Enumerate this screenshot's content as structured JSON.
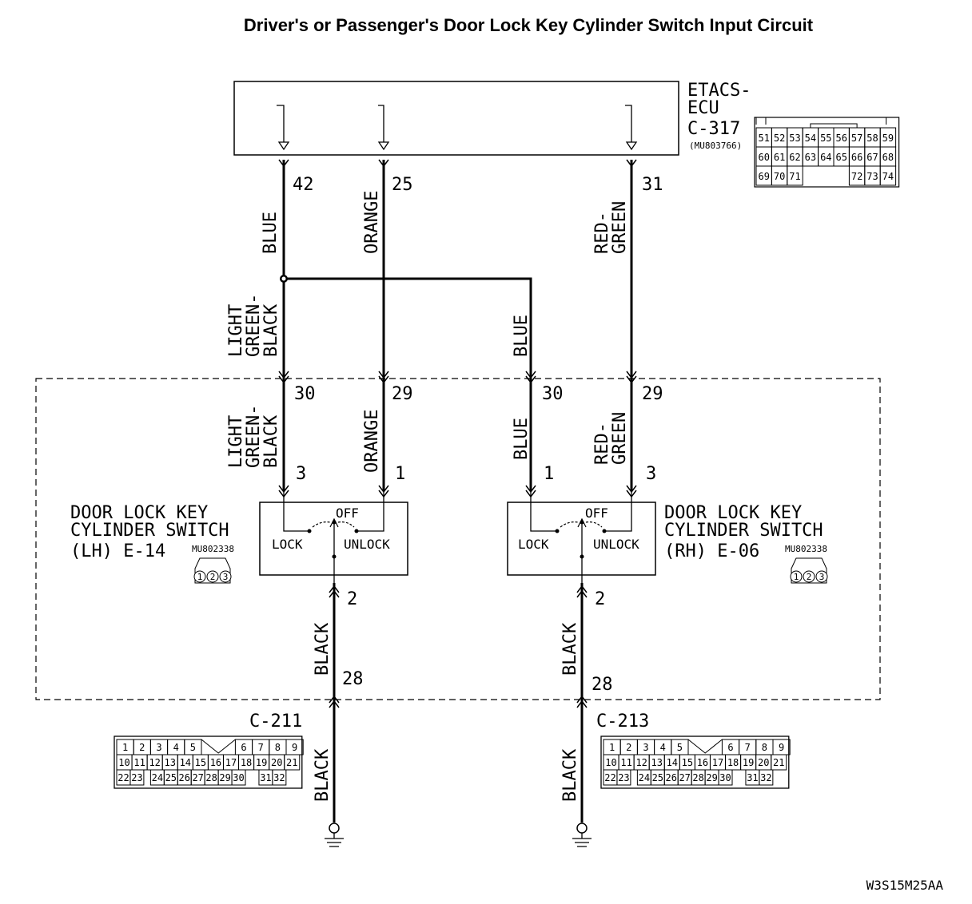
{
  "title": "Driver's or Passenger's Door Lock Key Cylinder Switch Input Circuit",
  "ecu": {
    "name_line1": "ETACS-",
    "name_line2": "ECU",
    "connector": "C-317",
    "part": "(MU803766)",
    "pin_rows": [
      [
        "51",
        "52",
        "53",
        "54",
        "55",
        "56",
        "57",
        "58",
        "59"
      ],
      [
        "60",
        "61",
        "62",
        "63",
        "64",
        "65",
        "66",
        "67",
        "68"
      ],
      [
        "69",
        "70",
        "71",
        "",
        "",
        "",
        "72",
        "73",
        "74"
      ]
    ]
  },
  "ecu_pins": {
    "p42": "42",
    "p25": "25",
    "p31": "31"
  },
  "wires": {
    "blue": "BLUE",
    "orange": "ORANGE",
    "red_green_1": "RED-",
    "red_green_2": "GREEN",
    "light_1": "LIGHT",
    "light_2": "GREEN-",
    "light_3": "BLACK",
    "black": "BLACK"
  },
  "harness_pins": {
    "lh_a": "30",
    "lh_b": "29",
    "rh_a": "30",
    "rh_b": "29",
    "lh_gnd": "28",
    "rh_gnd": "28"
  },
  "switch_lh": {
    "line1": "DOOR LOCK KEY",
    "line2": "CYLINDER SWITCH",
    "line3": "(LH) E-14",
    "part": "MU802338",
    "pin_lock": "3",
    "pin_unlock": "1",
    "pin_common": "2",
    "off": "OFF",
    "lock": "LOCK",
    "unlock": "UNLOCK",
    "conn_pins": [
      "1",
      "2",
      "3"
    ]
  },
  "switch_rh": {
    "line1": "DOOR LOCK KEY",
    "line2": "CYLINDER SWITCH",
    "line3": "(RH) E-06",
    "part": "MU802338",
    "pin_lock": "1",
    "pin_unlock": "3",
    "pin_common": "2",
    "off": "OFF",
    "lock": "LOCK",
    "unlock": "UNLOCK",
    "conn_pins": [
      "1",
      "2",
      "3"
    ]
  },
  "connector_c211": {
    "label": "C-211",
    "rows": [
      [
        "1",
        "2",
        "3",
        "4",
        "5",
        "",
        "",
        "6",
        "7",
        "8",
        "9"
      ],
      [
        "10",
        "11",
        "12",
        "13",
        "14",
        "15",
        "16",
        "17",
        "18",
        "19",
        "20",
        "21"
      ],
      [
        "22",
        "23",
        "",
        "24",
        "25",
        "26",
        "27",
        "28",
        "29",
        "30",
        "",
        "31",
        "32"
      ]
    ]
  },
  "connector_c213": {
    "label": "C-213",
    "rows": [
      [
        "1",
        "2",
        "3",
        "4",
        "5",
        "",
        "",
        "6",
        "7",
        "8",
        "9"
      ],
      [
        "10",
        "11",
        "12",
        "13",
        "14",
        "15",
        "16",
        "17",
        "18",
        "19",
        "20",
        "21"
      ],
      [
        "22",
        "23",
        "",
        "24",
        "25",
        "26",
        "27",
        "28",
        "29",
        "30",
        "",
        "31",
        "32"
      ]
    ]
  },
  "code": "W3S15M25AA"
}
